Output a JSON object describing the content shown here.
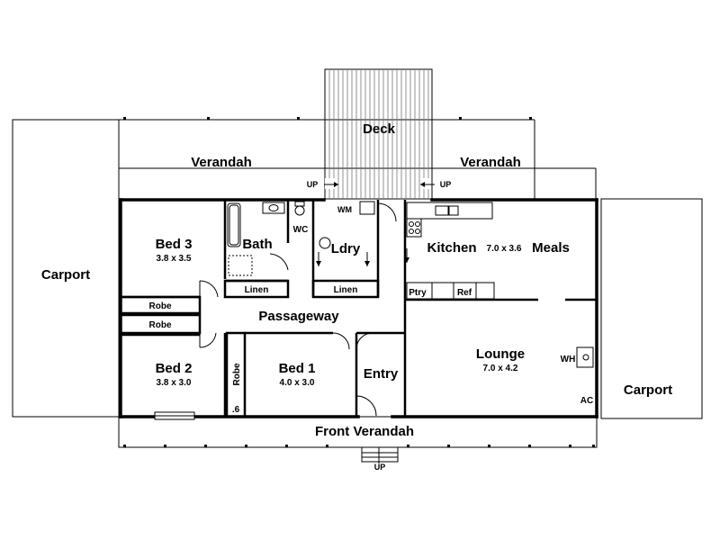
{
  "rooms": {
    "deck": "Deck",
    "verandah_left": "Verandah",
    "verandah_right": "Verandah",
    "carport_left": "Carport",
    "carport_right": "Carport",
    "bed3": "Bed 3",
    "bed3_size": "3.8 x 3.5",
    "bath": "Bath",
    "wc": "WC",
    "ldry": "Ldry",
    "wm": "WM",
    "kitchen": "Kitchen",
    "kitchen_size": "7.0 x 3.6",
    "meals": "Meals",
    "linen_bath": "Linen",
    "linen_ldry": "Linen",
    "ptry": "Ptry",
    "ref": "Ref",
    "robe_upper": "Robe",
    "robe_lower": "Robe",
    "passageway": "Passageway",
    "bed2": "Bed 2",
    "bed2_size": "3.8 x 3.0",
    "robe_bed1": "Robe",
    "robe_bed1_dim": ".6",
    "bed1": "Bed 1",
    "bed1_size": "4.0 x 3.0",
    "entry": "Entry",
    "lounge": "Lounge",
    "lounge_size": "7.0 x 4.2",
    "wh": "WH",
    "ac": "AC",
    "front_verandah": "Front Verandah"
  },
  "markers": {
    "up_left": "UP",
    "up_right": "UP",
    "up_front": "UP"
  }
}
